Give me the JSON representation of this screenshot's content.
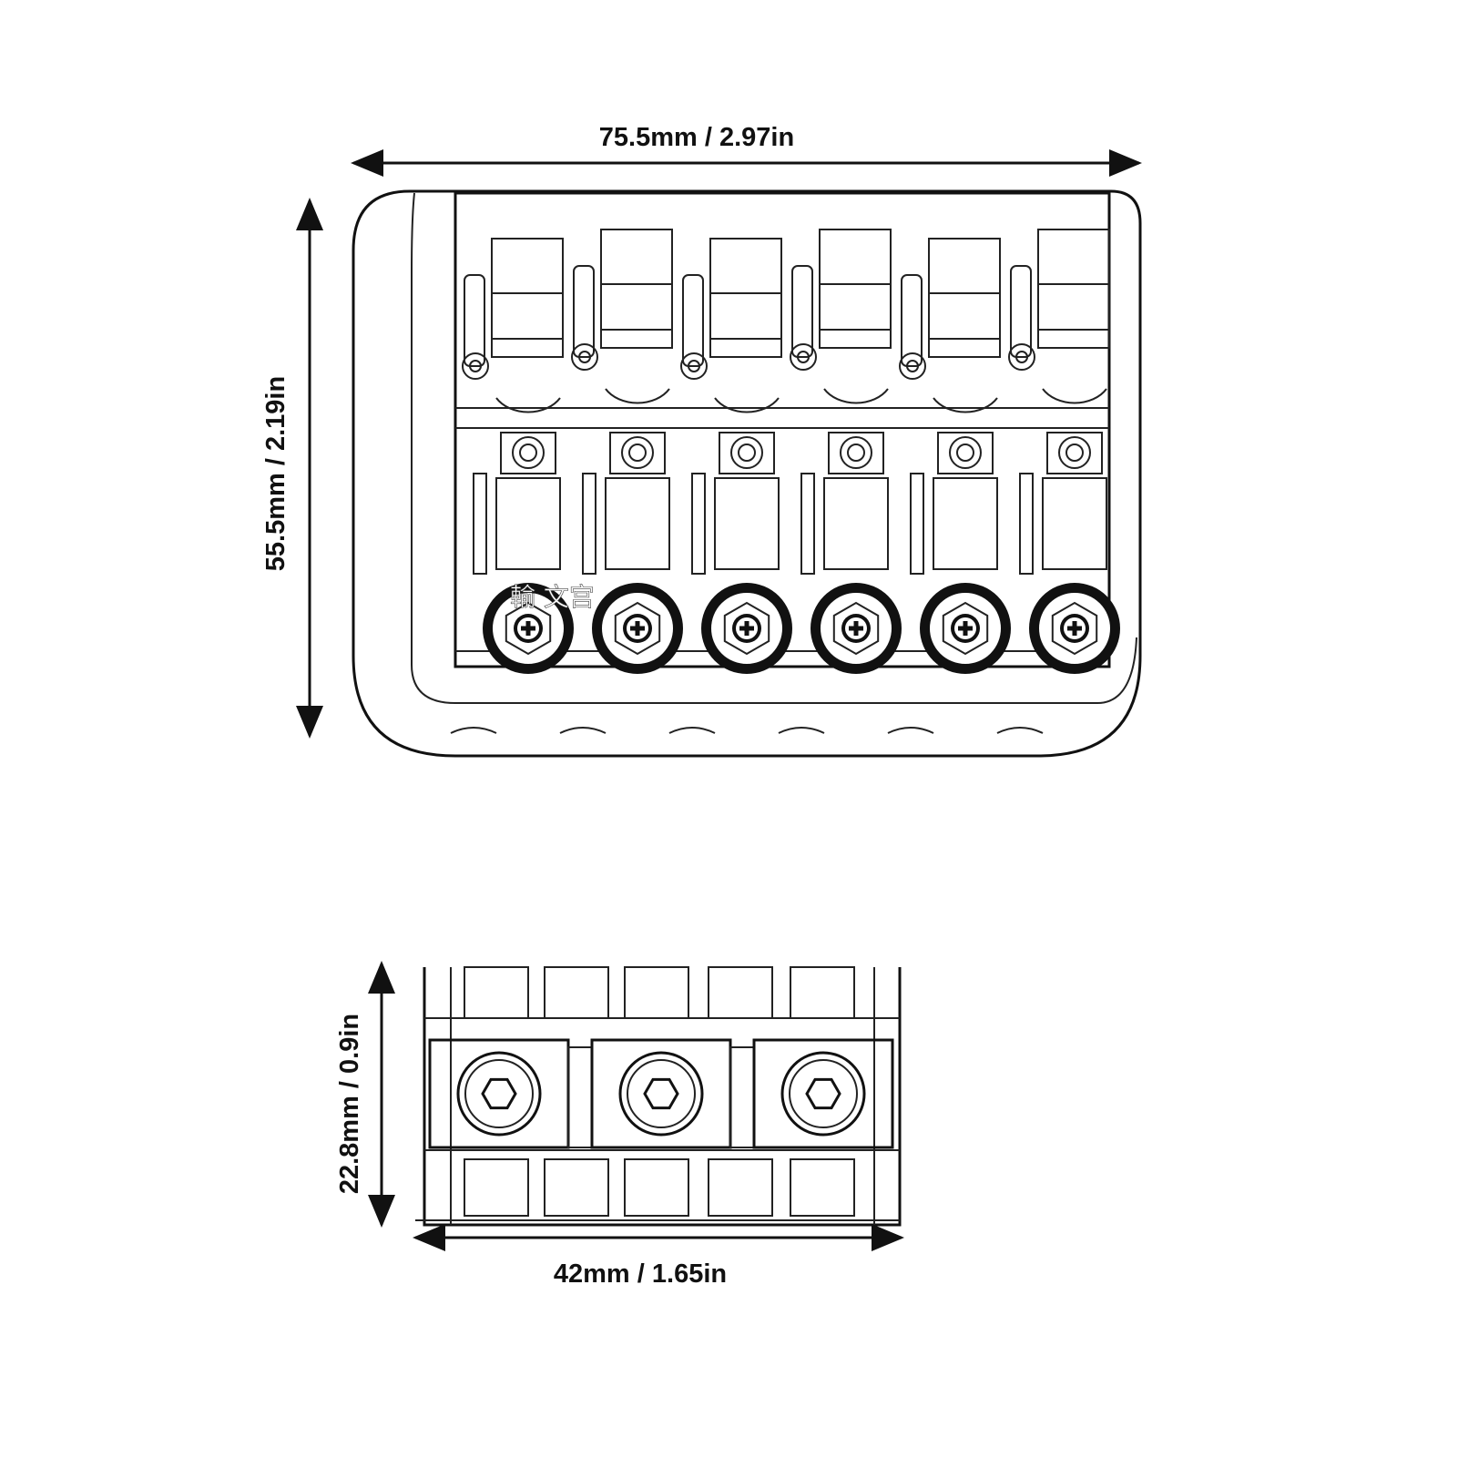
{
  "top_view": {
    "width_label": "75.5mm / 2.97in",
    "height_label": "55.5mm / 2.19in",
    "saddle_count": 6
  },
  "side_view": {
    "height_label": "22.8mm / 0.9in",
    "width_label": "42mm / 1.65in",
    "block_count": 3
  },
  "watermark": "輸 文宫",
  "colors": {
    "line": "#111111",
    "background": "#ffffff"
  }
}
